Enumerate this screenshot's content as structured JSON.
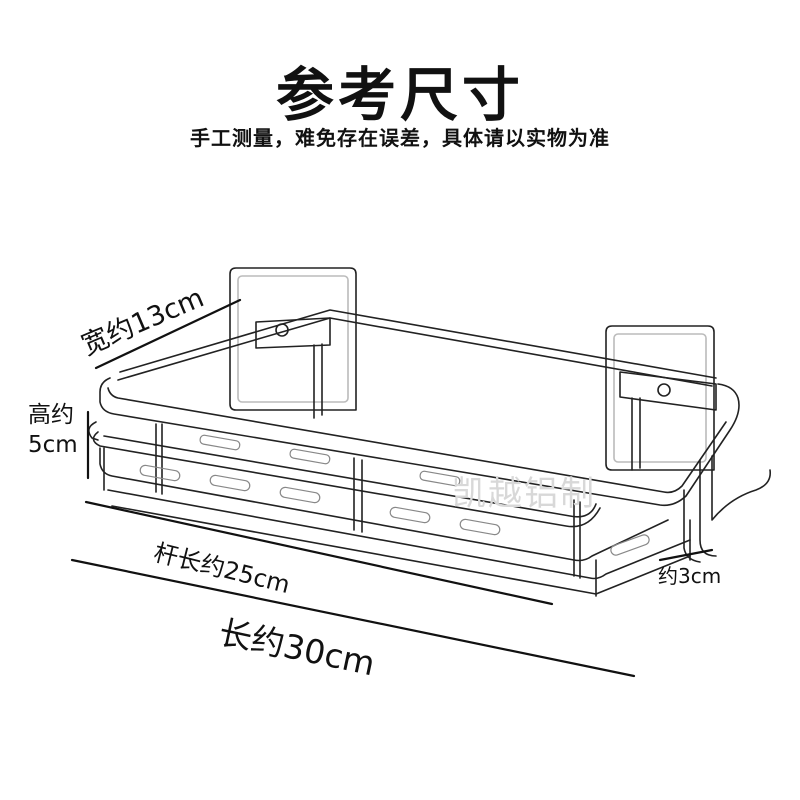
{
  "header": {
    "title": "参考尺寸",
    "subtitle": "手工测量，难免存在误差，具体请以实物为准"
  },
  "dimensions": {
    "width": "宽约13cm",
    "height_line1": "高约",
    "height_line2": "5cm",
    "rod_length": "杆长约25cm",
    "length": "长约30cm",
    "hook": "约3cm"
  },
  "watermark": "凯越铝制",
  "colors": {
    "line": "#111111",
    "background": "#ffffff",
    "watermark": "#d8d8d8"
  }
}
